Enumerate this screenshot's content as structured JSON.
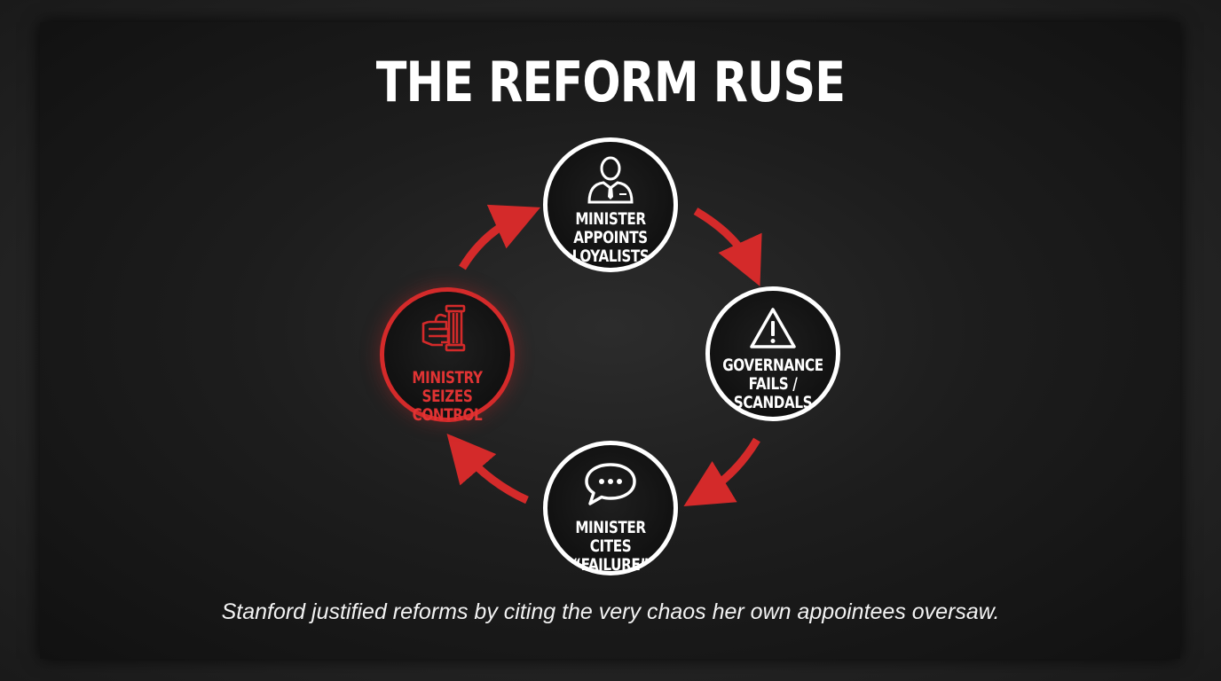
{
  "title": "THE REFORM RUSE",
  "nodes": [
    {
      "id": "appoints",
      "label_lines": [
        "MINISTER",
        "APPOINTS",
        "LOYALISTS"
      ],
      "icon": "person-with-tie-icon",
      "color": "#ffffff"
    },
    {
      "id": "fails",
      "label_lines": [
        "GOVERNANCE",
        "FAILS /",
        "SCANDALS"
      ],
      "icon": "warning-triangle-icon",
      "color": "#ffffff"
    },
    {
      "id": "cites",
      "label_lines": [
        "MINISTER CITES",
        "“FAILURE”"
      ],
      "icon": "speech-bubble-icon",
      "color": "#ffffff"
    },
    {
      "id": "seizes",
      "label_lines": [
        "MINISTRY SEIZES",
        "CONTROL"
      ],
      "icon": "fist-gavel-icon",
      "color": "#d42a2a"
    }
  ],
  "cycle_arrow_color": "#d42a2a",
  "caption": "Stanford justified reforms by citing the very chaos her own appointees oversaw."
}
